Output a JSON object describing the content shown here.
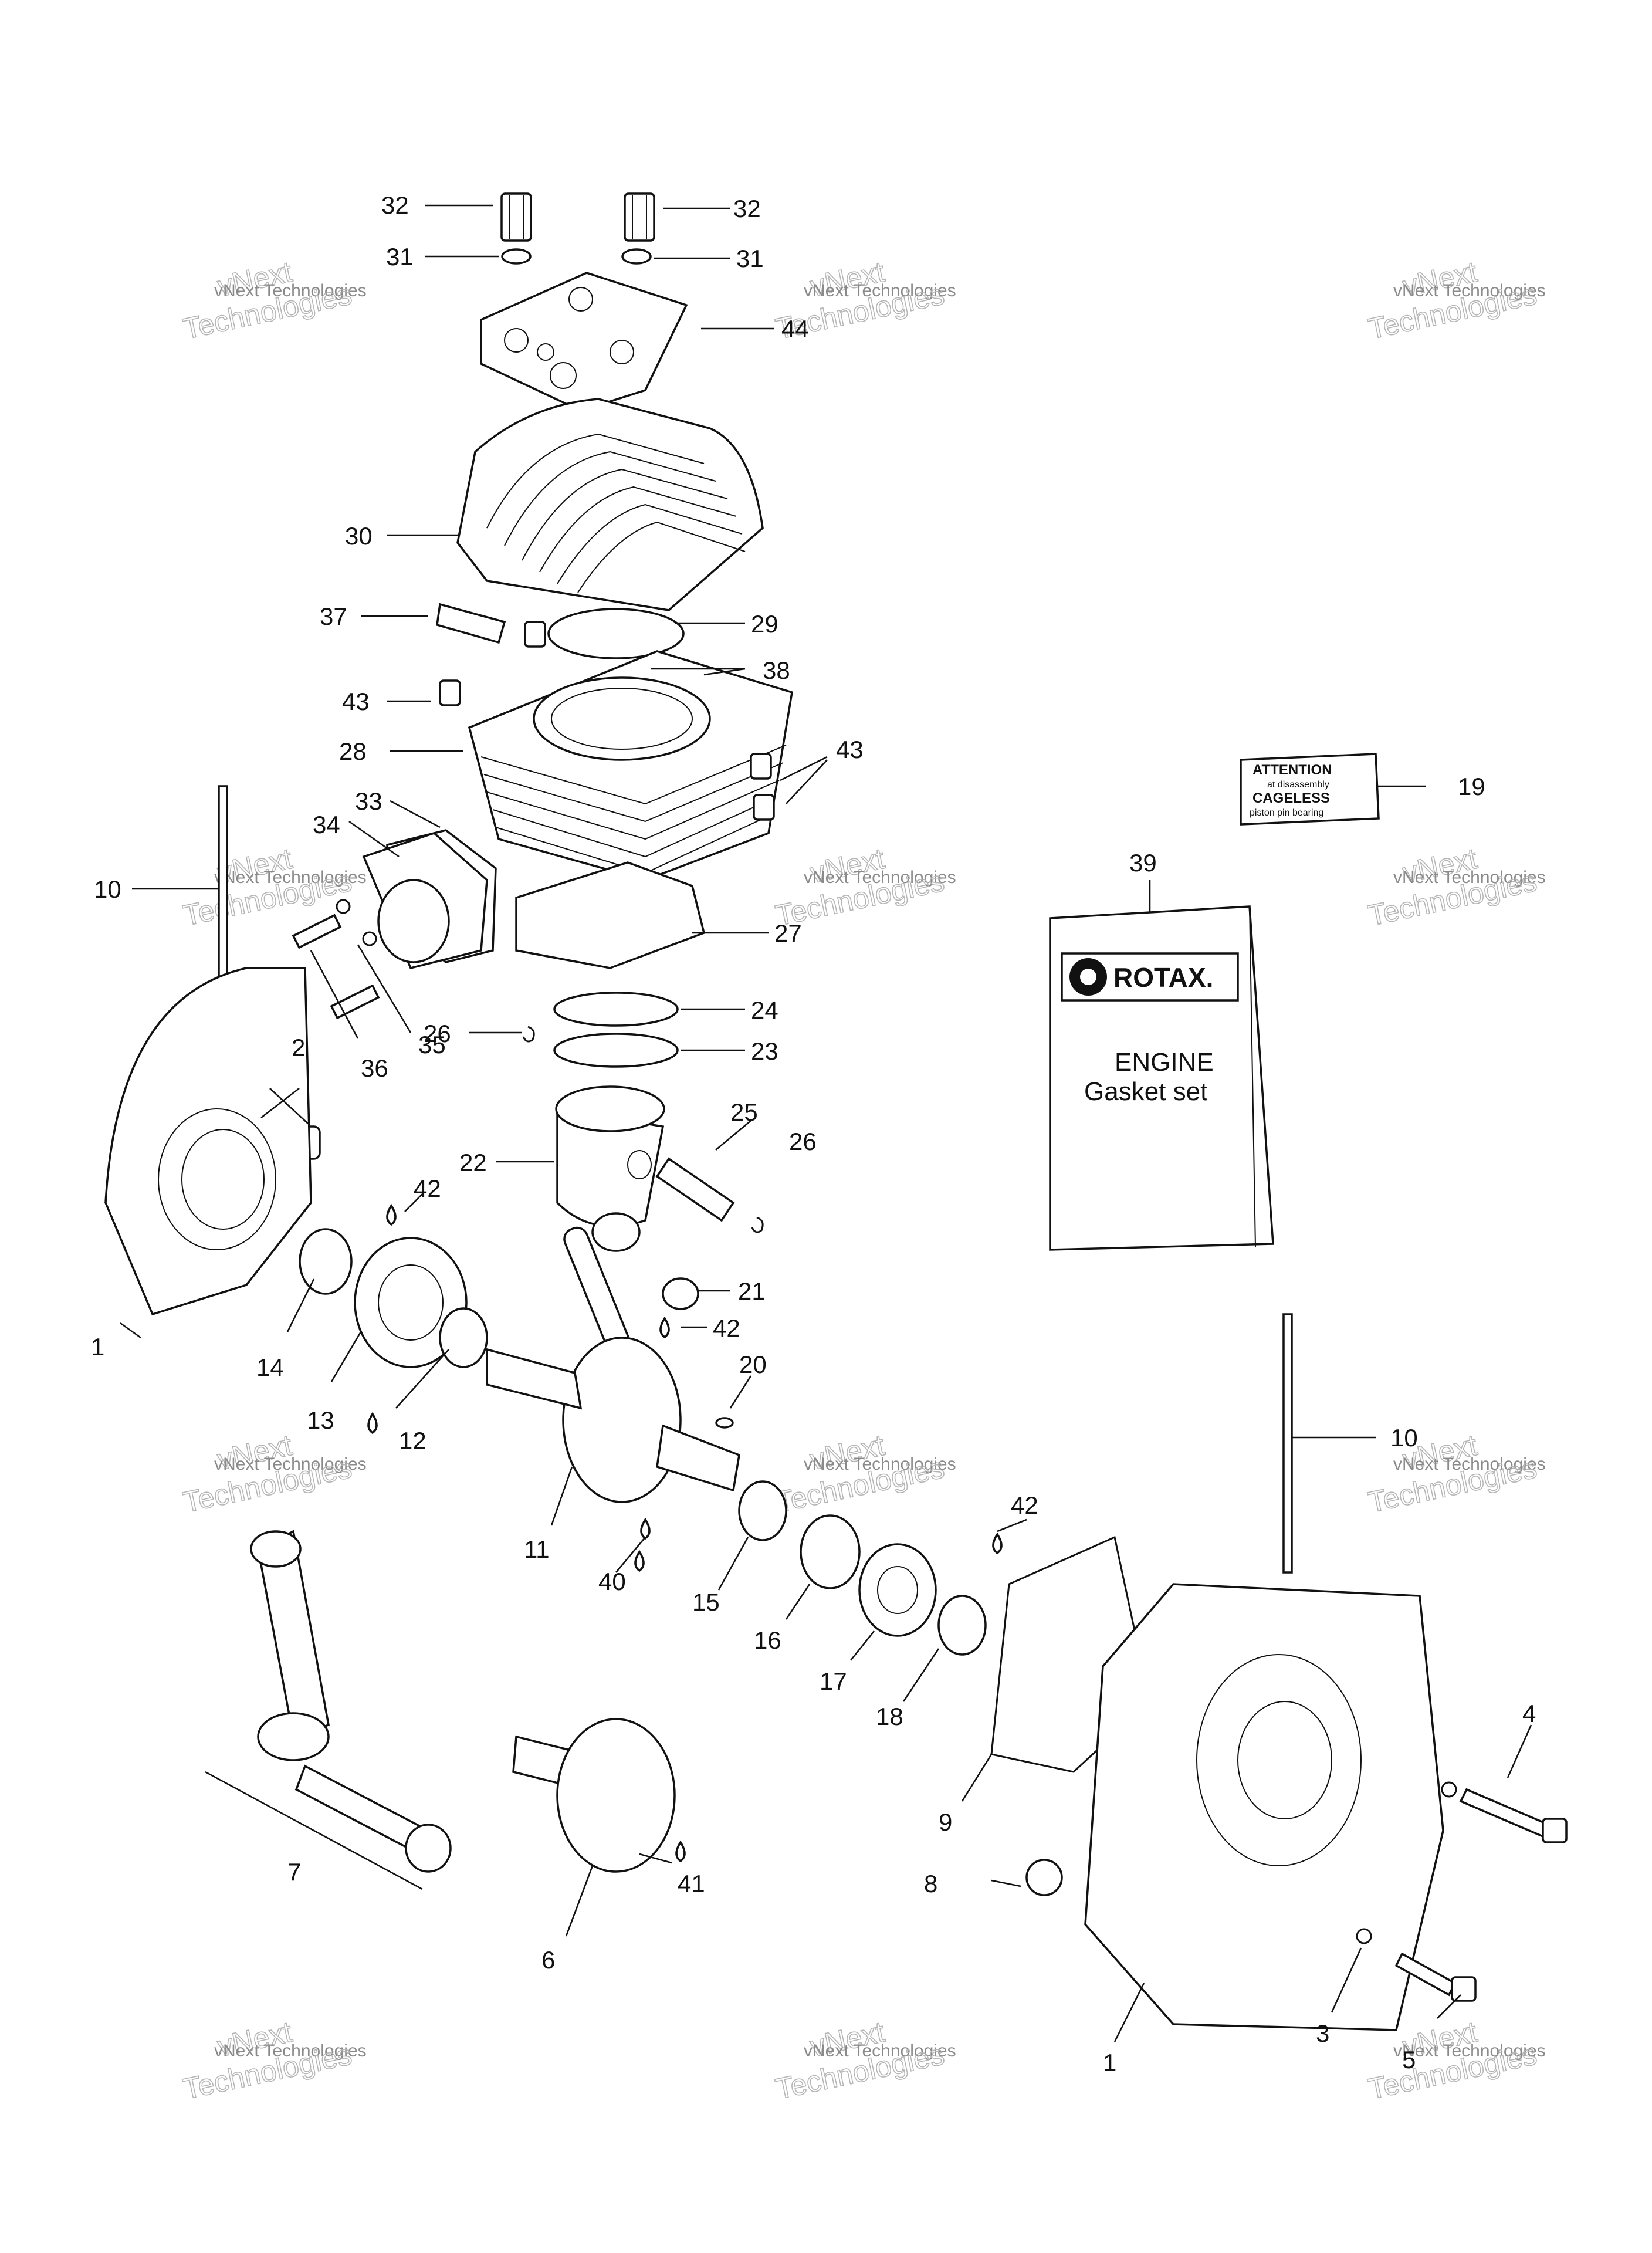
{
  "watermark": {
    "line1": "vNext",
    "line2": "vNext Technologies",
    "line3": "Technologies"
  },
  "callouts": [
    "32",
    "32",
    "31",
    "31",
    "44",
    "30",
    "37",
    "29",
    "38",
    "43",
    "28",
    "43",
    "33",
    "34",
    "10",
    "35",
    "36",
    "27",
    "24",
    "23",
    "26",
    "25",
    "26",
    "22",
    "2",
    "42",
    "1",
    "14",
    "21",
    "42",
    "20",
    "13",
    "12",
    "11",
    "40",
    "15",
    "16",
    "17",
    "18",
    "42",
    "10",
    "7",
    "6",
    "41",
    "9",
    "8",
    "4",
    "3",
    "5",
    "1",
    "19",
    "39"
  ],
  "attention_label": {
    "line1": "ATTENTION",
    "line2": "at disassembly",
    "line3": "CAGELESS",
    "line4": "piston pin bearing"
  },
  "gasket_kit": {
    "brand": "ROTAX.",
    "title": "ENGINE",
    "subtitle": "Gasket set"
  }
}
